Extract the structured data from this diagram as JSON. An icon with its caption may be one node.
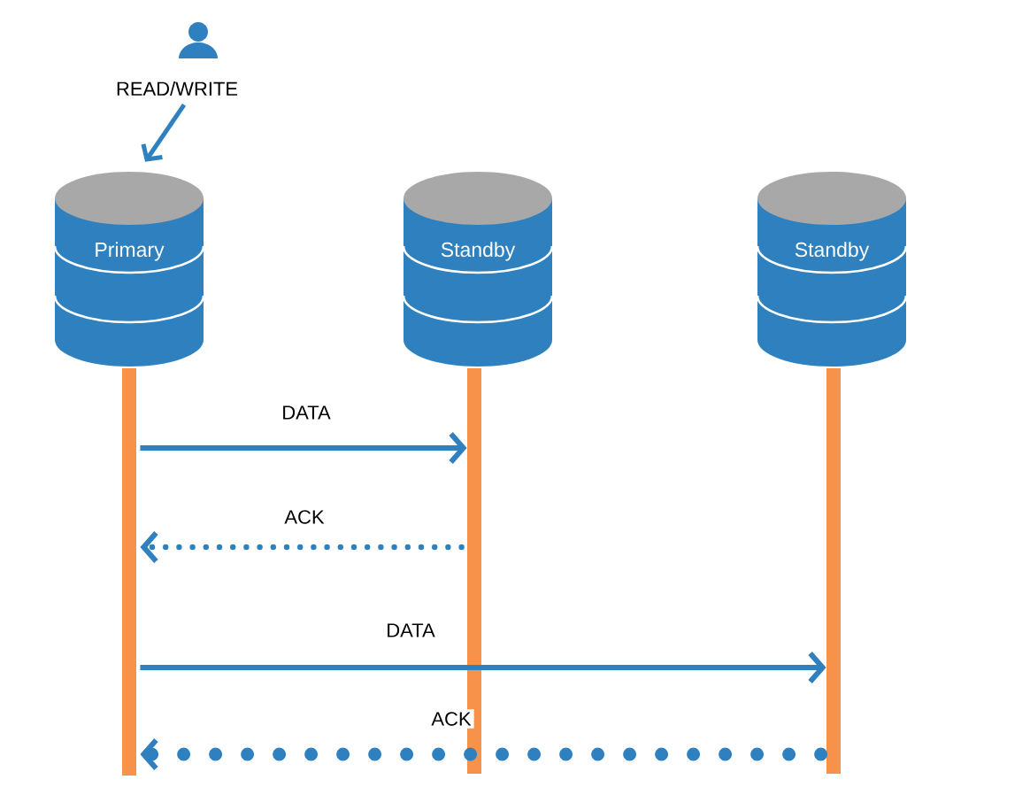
{
  "diagram": {
    "nodes": [
      {
        "text": [
          "READ/WRITE"
        ]
      },
      {
        "text": [
          "Primary"
        ]
      },
      {
        "text": [
          "Standby"
        ]
      },
      {
        "text": [
          "Standby"
        ]
      },
      {
        "text": [],
        "shape": "bar"
      },
      {
        "text": [],
        "shape": "bar"
      },
      {
        "text": [],
        "shape": "bar"
      }
    ],
    "edges": [
      {
        "from": 0,
        "to": 1,
        "arrow": "to"
      },
      {
        "from": 4,
        "to": 5,
        "arrow": "to",
        "label": "DATA"
      },
      {
        "from": 5,
        "to": 4,
        "arrow": "to",
        "label": "ACK",
        "style": "dashed"
      },
      {
        "from": 4,
        "to": 6,
        "arrow": "to",
        "label": "DATA"
      },
      {
        "from": 6,
        "to": 4,
        "arrow": "to",
        "label": "ACK",
        "style": "dashed"
      }
    ]
  }
}
